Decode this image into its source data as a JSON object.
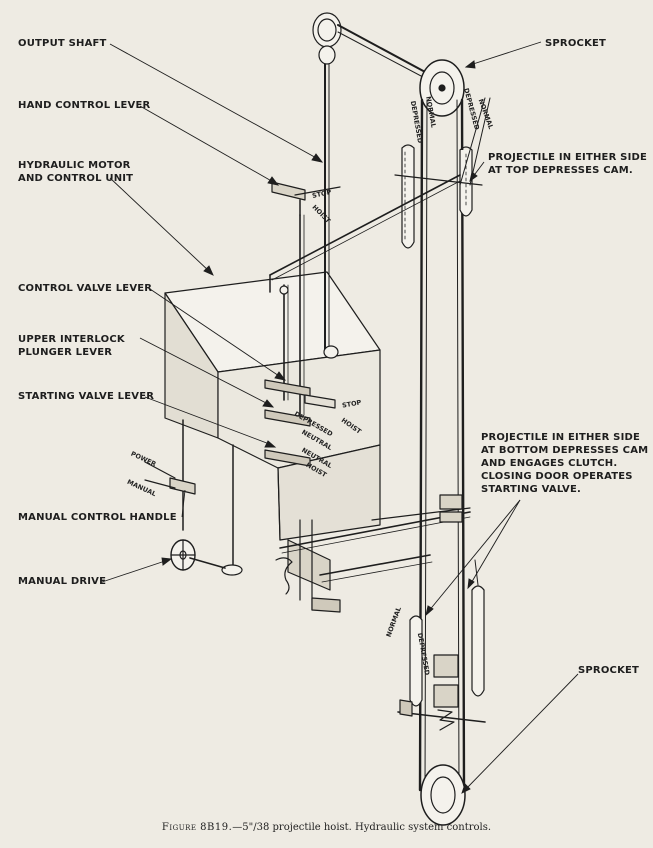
{
  "labels": {
    "output_shaft": "OUTPUT SHAFT",
    "hand_control_lever": "HAND CONTROL LEVER",
    "hydraulic_motor_1": "HYDRAULIC MOTOR",
    "hydraulic_motor_2": "AND CONTROL UNIT",
    "control_valve_lever": "CONTROL VALVE LEVER",
    "upper_interlock_1": "UPPER INTERLOCK",
    "upper_interlock_2": "PLUNGER LEVER",
    "starting_valve_lever": "STARTING VALVE LEVER",
    "manual_control_handle": "MANUAL CONTROL HANDLE",
    "manual_drive": "MANUAL DRIVE",
    "sprocket_top": "SPROCKET",
    "sprocket_bottom": "SPROCKET",
    "projectile_top_1": "PROJECTILE IN EITHER SIDE",
    "projectile_top_2": "AT TOP DEPRESSES CAM.",
    "projectile_bottom_1": "PROJECTILE IN EITHER SIDE",
    "projectile_bottom_2": "AT BOTTOM DEPRESSES CAM",
    "projectile_bottom_3": "AND ENGAGES CLUTCH.",
    "projectile_bottom_4": "CLOSING DOOR OPERATES",
    "projectile_bottom_5": "STARTING VALVE."
  },
  "small_labels": {
    "stop_upper": "STOP",
    "hoist_upper": "HOIST",
    "stop_valve": "STOP",
    "hoist_valve": "HOIST",
    "depressed_valve": "DEPRESSED",
    "neutral_valve": "NEUTRAL",
    "neutral_start": "NEUTRAL",
    "hoist_start": "HOIST",
    "power": "POWER",
    "manual": "MANUAL",
    "depressed_cam_left": "DEPRESSED",
    "normal_cam_left": "NORMAL",
    "depressed_cam_right": "DEPRESSED",
    "normal_cam_right": "NORMAL",
    "normal_bottom": "NORMAL",
    "depressed_bottom": "DEPRESSED"
  },
  "caption": {
    "figure": "Figure 8B19.",
    "text": "—5\"/38 projectile hoist.   Hydraulic system controls."
  }
}
